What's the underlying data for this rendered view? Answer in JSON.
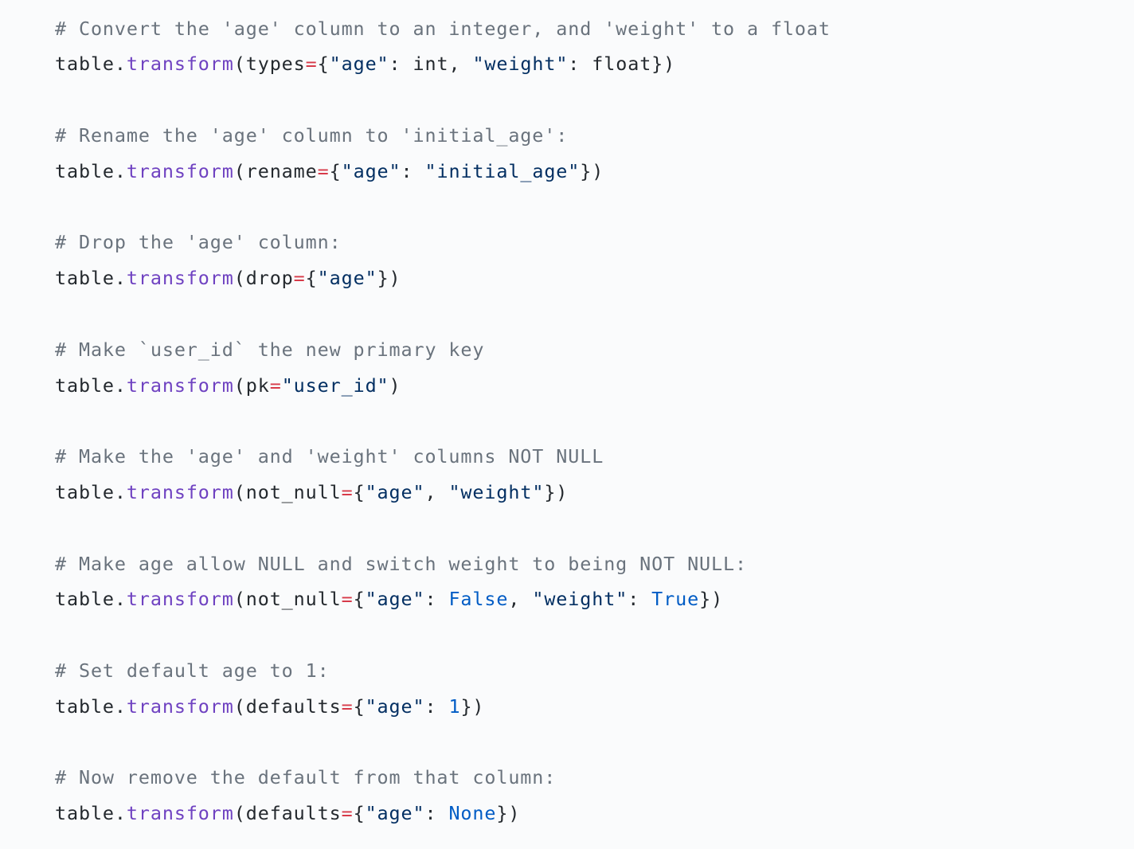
{
  "colors": {
    "background": "#fafbfc",
    "comment": "#6a737d",
    "default": "#24292e",
    "function": "#6f42c1",
    "operator": "#d73a49",
    "string": "#032f62",
    "constant": "#005cc5"
  },
  "code": {
    "lines": [
      {
        "type": "comment",
        "tokens": [
          {
            "t": "comment",
            "v": "# Convert the 'age' column to an integer, and 'weight' to a float"
          }
        ]
      },
      {
        "type": "code",
        "tokens": [
          {
            "t": "default",
            "v": "table."
          },
          {
            "t": "func",
            "v": "transform"
          },
          {
            "t": "default",
            "v": "(types"
          },
          {
            "t": "op",
            "v": "="
          },
          {
            "t": "default",
            "v": "{"
          },
          {
            "t": "str",
            "v": "\"age\""
          },
          {
            "t": "default",
            "v": ": int, "
          },
          {
            "t": "str",
            "v": "\"weight\""
          },
          {
            "t": "default",
            "v": ": float})"
          }
        ]
      },
      {
        "type": "comment",
        "tokens": [
          {
            "t": "comment",
            "v": "# Rename the 'age' column to 'initial_age':"
          }
        ]
      },
      {
        "type": "code",
        "tokens": [
          {
            "t": "default",
            "v": "table."
          },
          {
            "t": "func",
            "v": "transform"
          },
          {
            "t": "default",
            "v": "(rename"
          },
          {
            "t": "op",
            "v": "="
          },
          {
            "t": "default",
            "v": "{"
          },
          {
            "t": "str",
            "v": "\"age\""
          },
          {
            "t": "default",
            "v": ": "
          },
          {
            "t": "str",
            "v": "\"initial_age\""
          },
          {
            "t": "default",
            "v": "})"
          }
        ]
      },
      {
        "type": "comment",
        "tokens": [
          {
            "t": "comment",
            "v": "# Drop the 'age' column:"
          }
        ]
      },
      {
        "type": "code",
        "tokens": [
          {
            "t": "default",
            "v": "table."
          },
          {
            "t": "func",
            "v": "transform"
          },
          {
            "t": "default",
            "v": "(drop"
          },
          {
            "t": "op",
            "v": "="
          },
          {
            "t": "default",
            "v": "{"
          },
          {
            "t": "str",
            "v": "\"age\""
          },
          {
            "t": "default",
            "v": "})"
          }
        ]
      },
      {
        "type": "comment",
        "tokens": [
          {
            "t": "comment",
            "v": "# Make `user_id` the new primary key"
          }
        ]
      },
      {
        "type": "code",
        "tokens": [
          {
            "t": "default",
            "v": "table."
          },
          {
            "t": "func",
            "v": "transform"
          },
          {
            "t": "default",
            "v": "(pk"
          },
          {
            "t": "op",
            "v": "="
          },
          {
            "t": "str",
            "v": "\"user_id\""
          },
          {
            "t": "default",
            "v": ")"
          }
        ]
      },
      {
        "type": "comment",
        "tokens": [
          {
            "t": "comment",
            "v": "# Make the 'age' and 'weight' columns NOT NULL"
          }
        ]
      },
      {
        "type": "code",
        "tokens": [
          {
            "t": "default",
            "v": "table."
          },
          {
            "t": "func",
            "v": "transform"
          },
          {
            "t": "default",
            "v": "(not_null"
          },
          {
            "t": "op",
            "v": "="
          },
          {
            "t": "default",
            "v": "{"
          },
          {
            "t": "str",
            "v": "\"age\""
          },
          {
            "t": "default",
            "v": ", "
          },
          {
            "t": "str",
            "v": "\"weight\""
          },
          {
            "t": "default",
            "v": "})"
          }
        ]
      },
      {
        "type": "comment",
        "tokens": [
          {
            "t": "comment",
            "v": "# Make age allow NULL and switch weight to being NOT NULL:"
          }
        ]
      },
      {
        "type": "code",
        "tokens": [
          {
            "t": "default",
            "v": "table."
          },
          {
            "t": "func",
            "v": "transform"
          },
          {
            "t": "default",
            "v": "(not_null"
          },
          {
            "t": "op",
            "v": "="
          },
          {
            "t": "default",
            "v": "{"
          },
          {
            "t": "str",
            "v": "\"age\""
          },
          {
            "t": "default",
            "v": ": "
          },
          {
            "t": "const",
            "v": "False"
          },
          {
            "t": "default",
            "v": ", "
          },
          {
            "t": "str",
            "v": "\"weight\""
          },
          {
            "t": "default",
            "v": ": "
          },
          {
            "t": "const",
            "v": "True"
          },
          {
            "t": "default",
            "v": "})"
          }
        ]
      },
      {
        "type": "comment",
        "tokens": [
          {
            "t": "comment",
            "v": "# Set default age to 1:"
          }
        ]
      },
      {
        "type": "code",
        "tokens": [
          {
            "t": "default",
            "v": "table."
          },
          {
            "t": "func",
            "v": "transform"
          },
          {
            "t": "default",
            "v": "(defaults"
          },
          {
            "t": "op",
            "v": "="
          },
          {
            "t": "default",
            "v": "{"
          },
          {
            "t": "str",
            "v": "\"age\""
          },
          {
            "t": "default",
            "v": ": "
          },
          {
            "t": "const",
            "v": "1"
          },
          {
            "t": "default",
            "v": "})"
          }
        ]
      },
      {
        "type": "comment",
        "tokens": [
          {
            "t": "comment",
            "v": "# Now remove the default from that column:"
          }
        ]
      },
      {
        "type": "code",
        "tokens": [
          {
            "t": "default",
            "v": "table."
          },
          {
            "t": "func",
            "v": "transform"
          },
          {
            "t": "default",
            "v": "(defaults"
          },
          {
            "t": "op",
            "v": "="
          },
          {
            "t": "default",
            "v": "{"
          },
          {
            "t": "str",
            "v": "\"age\""
          },
          {
            "t": "default",
            "v": ": "
          },
          {
            "t": "const",
            "v": "None"
          },
          {
            "t": "default",
            "v": "})"
          }
        ]
      }
    ]
  }
}
